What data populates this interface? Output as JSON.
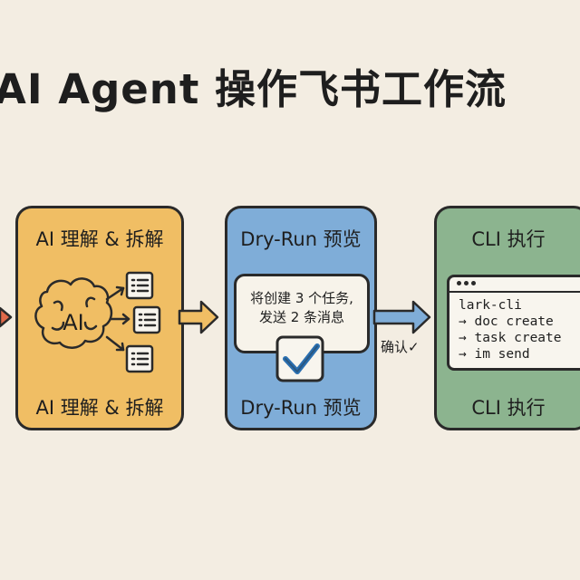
{
  "title": "AI Agent 操作飞书工作流",
  "steps": {
    "ai": {
      "title_top": "AI 理解 & 拆解",
      "title_bottom": "AI 理解 & 拆解",
      "brain_label": "AI",
      "color": "#f0be64"
    },
    "dry": {
      "title_top": "Dry-Run 预览",
      "title_bottom": "Dry-Run 预览",
      "message": "将创建 3 个任务,\n发送 2 条消息",
      "color": "#7fadd8"
    },
    "cli": {
      "title_top": "CLI 执行",
      "title_bottom": "CLI 执行",
      "color": "#8cb48f",
      "terminal_lines": [
        "lark-cli",
        "→ doc create",
        "→ task create",
        "→ im send"
      ]
    }
  },
  "connector": {
    "confirm_label": "确认✓"
  },
  "colors": {
    "background": "#f3ede2",
    "input_arrow": "#e06a4a",
    "outline": "#2a2a2a"
  }
}
